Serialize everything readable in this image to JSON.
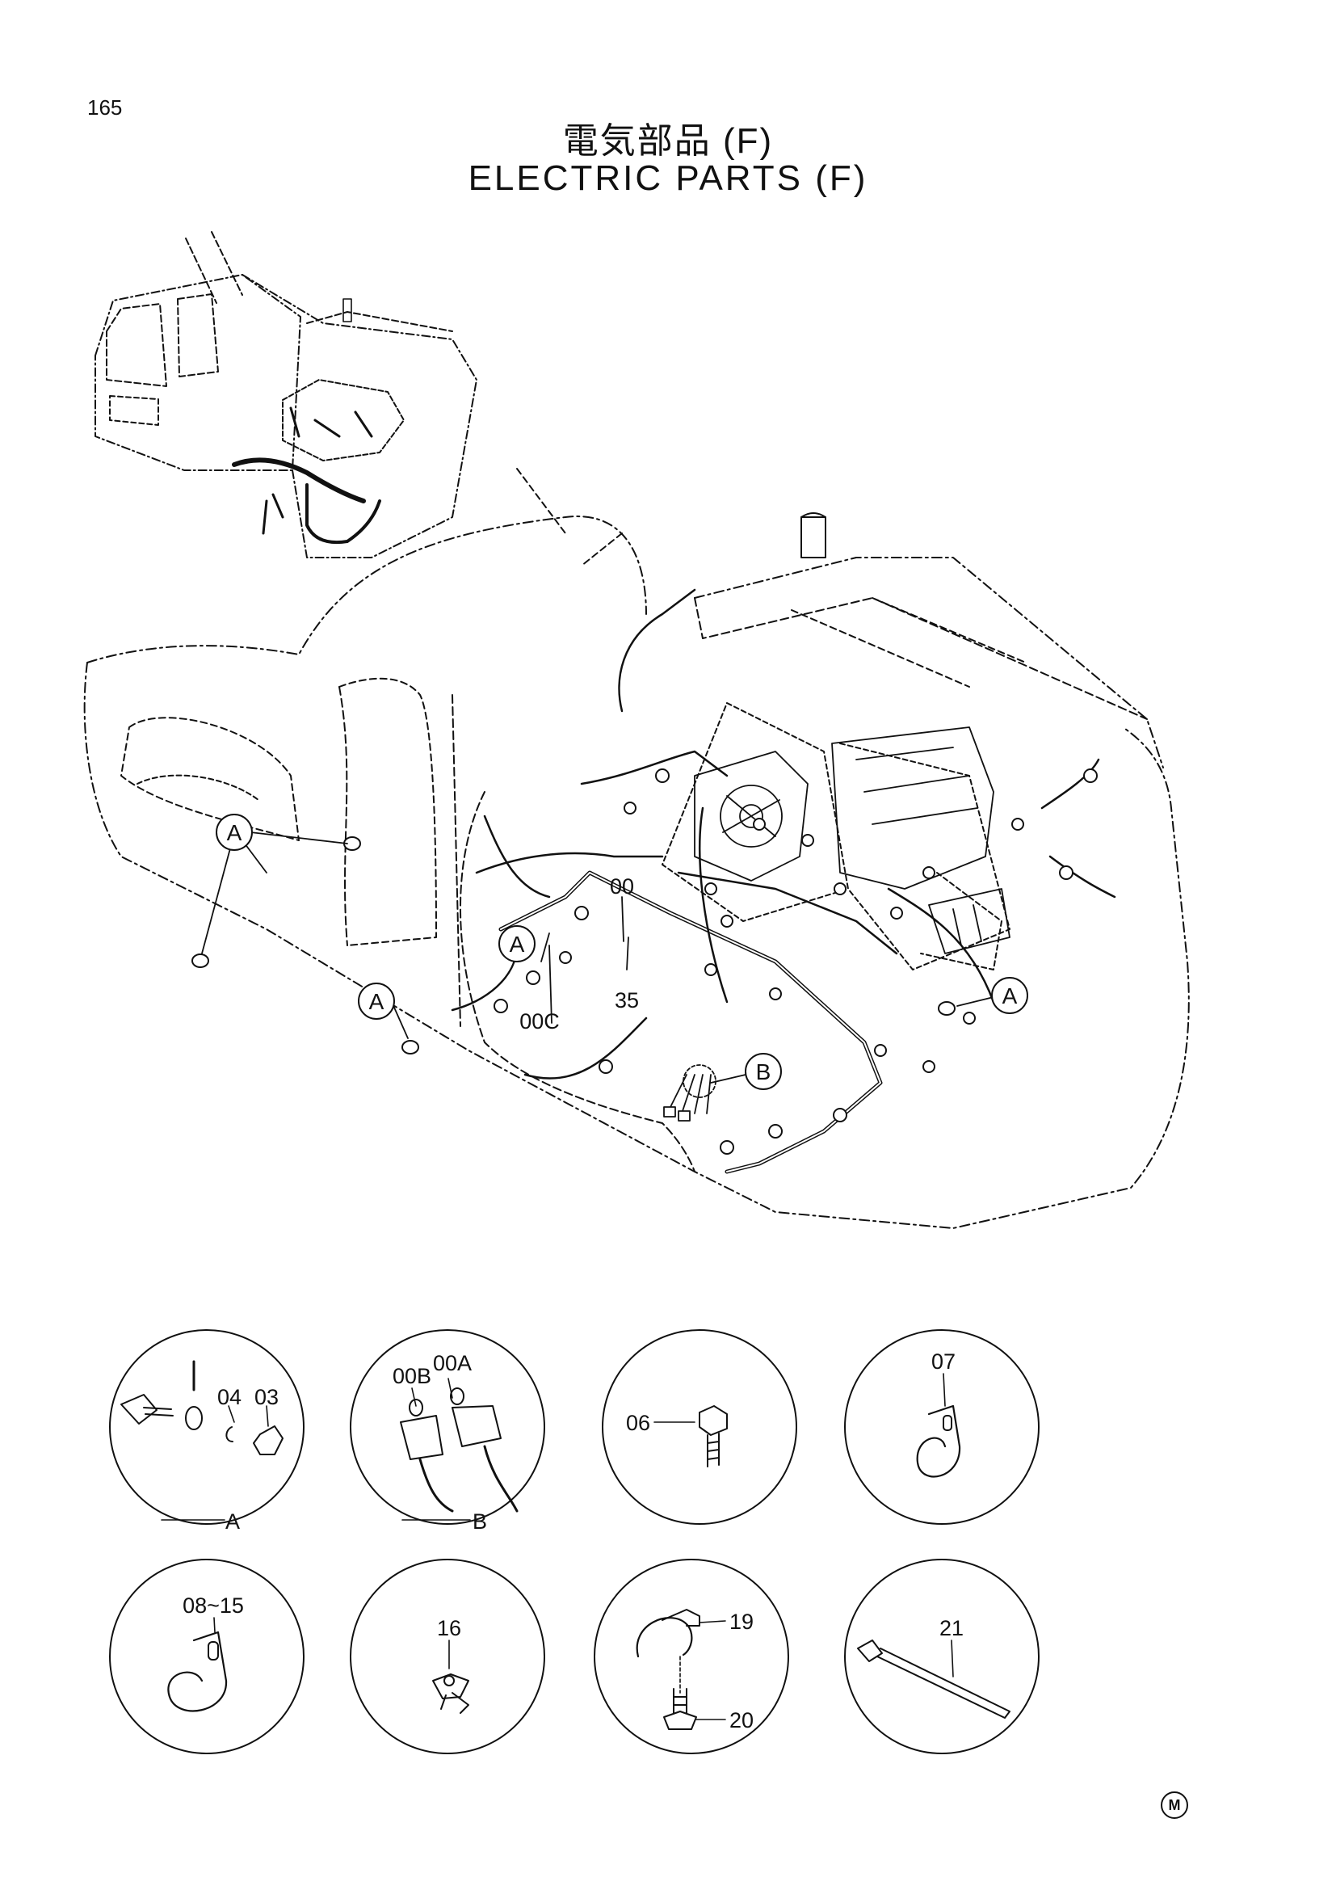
{
  "page": {
    "number": "165"
  },
  "title": {
    "japanese": "電気部品 (F)",
    "english": "ELECTRIC PARTS (F)"
  },
  "main_callouts": {
    "harness_main": "00",
    "harness_c": "00C",
    "cable_35": "35",
    "view_a": "A",
    "view_b": "B"
  },
  "details": {
    "a": {
      "view": "A",
      "parts": [
        "04",
        "03"
      ]
    },
    "b": {
      "view": "B",
      "parts": [
        "00B",
        "00A"
      ]
    },
    "bolt": {
      "part": "06"
    },
    "clip": {
      "part": "07"
    },
    "clamp": {
      "part": "08~15"
    },
    "clip16": {
      "part": "16"
    },
    "clamp_bolt": {
      "parts": [
        "19",
        "20"
      ]
    },
    "tie": {
      "part": "21"
    }
  },
  "mark": "M"
}
